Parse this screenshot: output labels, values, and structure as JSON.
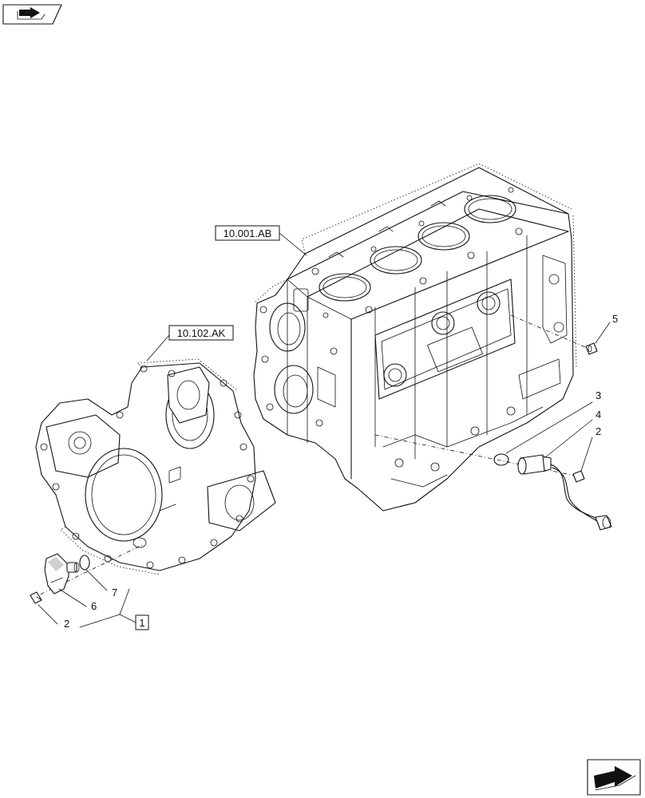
{
  "references": {
    "block_ref": "10.001.AB",
    "cover_ref": "10.102.AK",
    "group_ref": "1"
  },
  "callouts": {
    "c2_left": "2",
    "c6": "6",
    "c7": "7",
    "c5": "5",
    "c3": "3",
    "c4": "4",
    "c2_right": "2"
  },
  "icons": {
    "top_left": "book-arrow-icon",
    "bottom_right": "next-page-arrow-icon"
  }
}
